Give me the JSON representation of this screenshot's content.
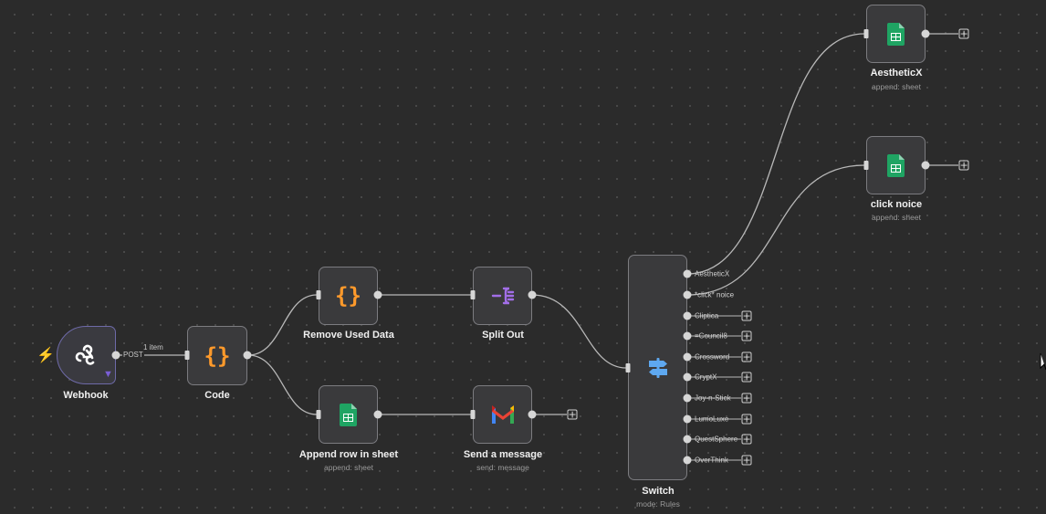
{
  "canvas": {
    "accent": "#6e6aa8",
    "wire_color": "#b8b8b8"
  },
  "nodes": {
    "webhook": {
      "title": "Webhook",
      "icon": "webhook-icon"
    },
    "code": {
      "title": "Code",
      "icon": "code-braces-icon"
    },
    "remove_used": {
      "title": "Remove Used Data",
      "icon": "code-braces-icon"
    },
    "split_out": {
      "title": "Split Out",
      "icon": "split-out-icon"
    },
    "append_row": {
      "title": "Append row in sheet",
      "subtitle": "append: sheet",
      "icon": "google-sheets-icon"
    },
    "send_message": {
      "title": "Send a message",
      "subtitle": "send: message",
      "icon": "gmail-icon"
    },
    "switch": {
      "title": "Switch",
      "subtitle": "mode: Rules",
      "icon": "switch-signpost-icon"
    },
    "aestheticx": {
      "title": "AestheticX",
      "subtitle": "append: sheet",
      "icon": "google-sheets-icon"
    },
    "click_noice": {
      "title": "click noice",
      "subtitle": "append: sheet",
      "icon": "google-sheets-icon"
    }
  },
  "connections": {
    "webhook_out_label": "POST",
    "webhook_items_label": "1 item"
  },
  "switch_outputs": [
    "AestheticX",
    "*click* noice",
    "Cliptica",
    "=Council8",
    "Crossword",
    "CryptX",
    "Joy-n-Stick",
    "LumoLuxe",
    "QuestSphere",
    "OverThink"
  ],
  "plus_symbol": "+"
}
